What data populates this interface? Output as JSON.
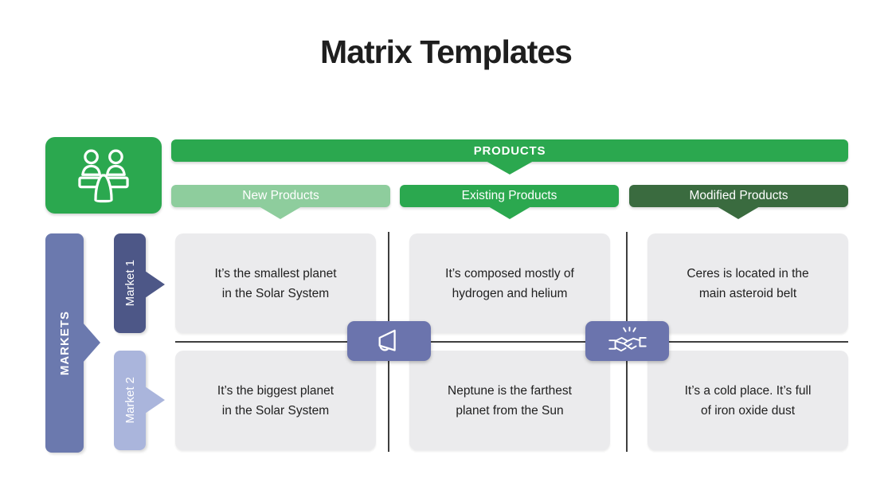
{
  "slide": {
    "title": "Matrix Templates"
  },
  "products_axis": {
    "label": "PRODUCTS",
    "color": "#2ba84f",
    "columns": [
      {
        "label": "New Products",
        "color": "#8ecd9d"
      },
      {
        "label": "Existing Products",
        "color": "#2ba84f"
      },
      {
        "label": "Modified Products",
        "color": "#3a6b3f"
      }
    ]
  },
  "markets_axis": {
    "label": "MARKETS",
    "color": "#6b79ae",
    "rows": [
      {
        "label": "Market 1",
        "color": "#4d5787"
      },
      {
        "label": "Market 2",
        "color": "#aab5dc"
      }
    ]
  },
  "matrix": {
    "rows": [
      {
        "cells": [
          {
            "text": "It’s the smallest planet in the Solar System"
          },
          {
            "text": "It’s composed mostly of hydrogen and helium"
          },
          {
            "text": "Ceres is located in the main asteroid belt"
          }
        ]
      },
      {
        "cells": [
          {
            "text": "It’s the biggest planet in the Solar System"
          },
          {
            "text": "Neptune is the farthest planet from the Sun"
          },
          {
            "text": "It’s a cold place. It’s full of iron oxide dust"
          }
        ]
      }
    ]
  },
  "icons": {
    "corner": "meeting-icon",
    "badge_left": "megaphone-icon",
    "badge_right": "handshake-icon"
  },
  "palette": {
    "green": "#2ba84f",
    "green_light": "#8ecd9d",
    "green_dark": "#3a6b3f",
    "purple": "#6b79ae",
    "purple_dark": "#4d5787",
    "purple_light": "#aab5dc",
    "badge_purple": "#6b74ad",
    "cell_gray": "#ebebed",
    "divider_gray": "#3f3f3f",
    "title_text": "#1e1e1e"
  }
}
